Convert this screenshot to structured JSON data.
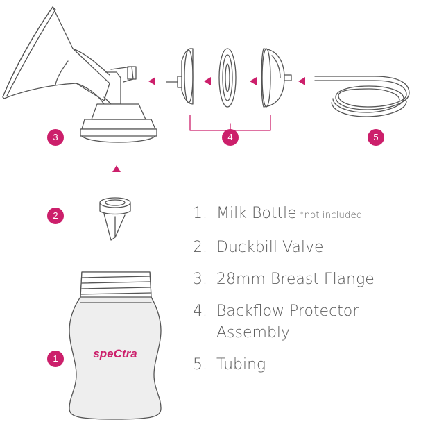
{
  "parts": [
    {
      "number": "1",
      "label": "Milk Bottle",
      "note": "*not included"
    },
    {
      "number": "2",
      "label": "Duckbill Valve",
      "note": ""
    },
    {
      "number": "3",
      "label": "28mm Breast Flange",
      "note": ""
    },
    {
      "number": "4",
      "label": "Backflow Protector Assembly",
      "note": ""
    },
    {
      "number": "5",
      "label": "Tubing",
      "note": ""
    }
  ],
  "legend_numbers": [
    "1.",
    "2.",
    "3.",
    "4.",
    "5."
  ],
  "brand_logo": "speCtra",
  "colors": {
    "accent": "#cc1f6b",
    "outline": "#555555",
    "text": "#5e5e5e",
    "bottle_fill": "#eeeeee"
  },
  "icons": [
    "arrow-left-icon",
    "arrow-up-icon"
  ]
}
